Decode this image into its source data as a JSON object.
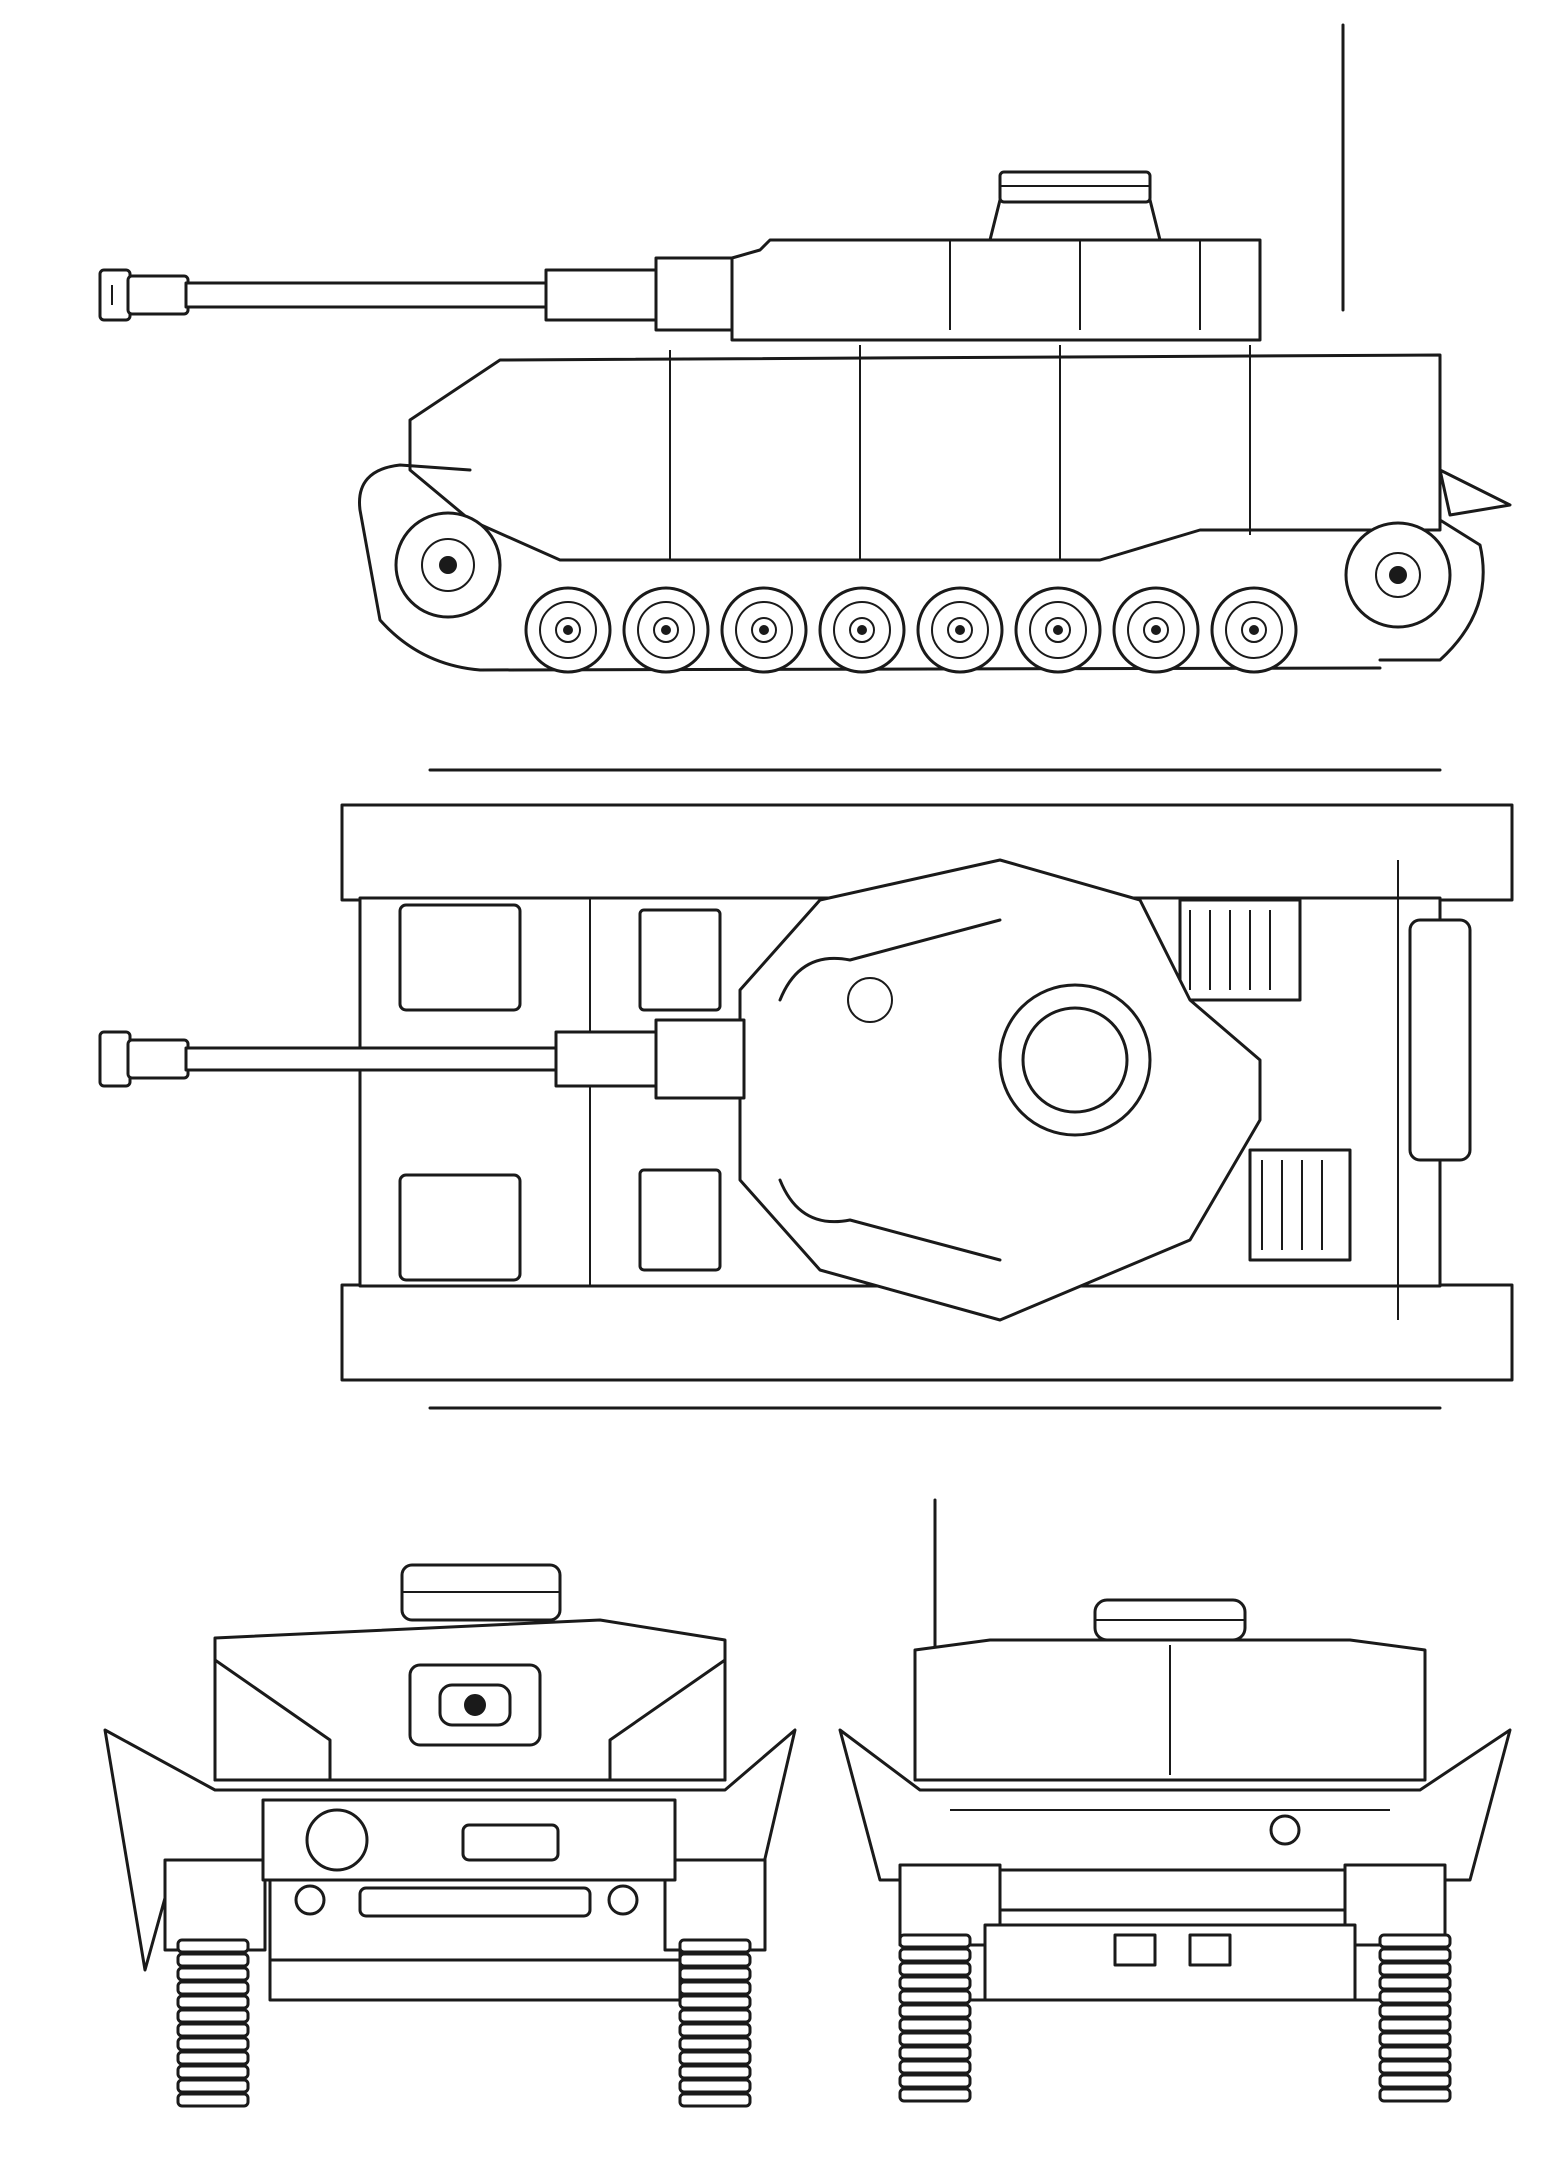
{
  "drawing": {
    "subject": "tank-blueprint",
    "views": [
      {
        "id": "side",
        "name": "side-view"
      },
      {
        "id": "top",
        "name": "top-view"
      },
      {
        "id": "front",
        "name": "front-view"
      },
      {
        "id": "rear",
        "name": "rear-view"
      }
    ],
    "road_wheel_count": 8,
    "colors": {
      "ink": "#1a1a1a",
      "paper": "#ffffff"
    }
  }
}
